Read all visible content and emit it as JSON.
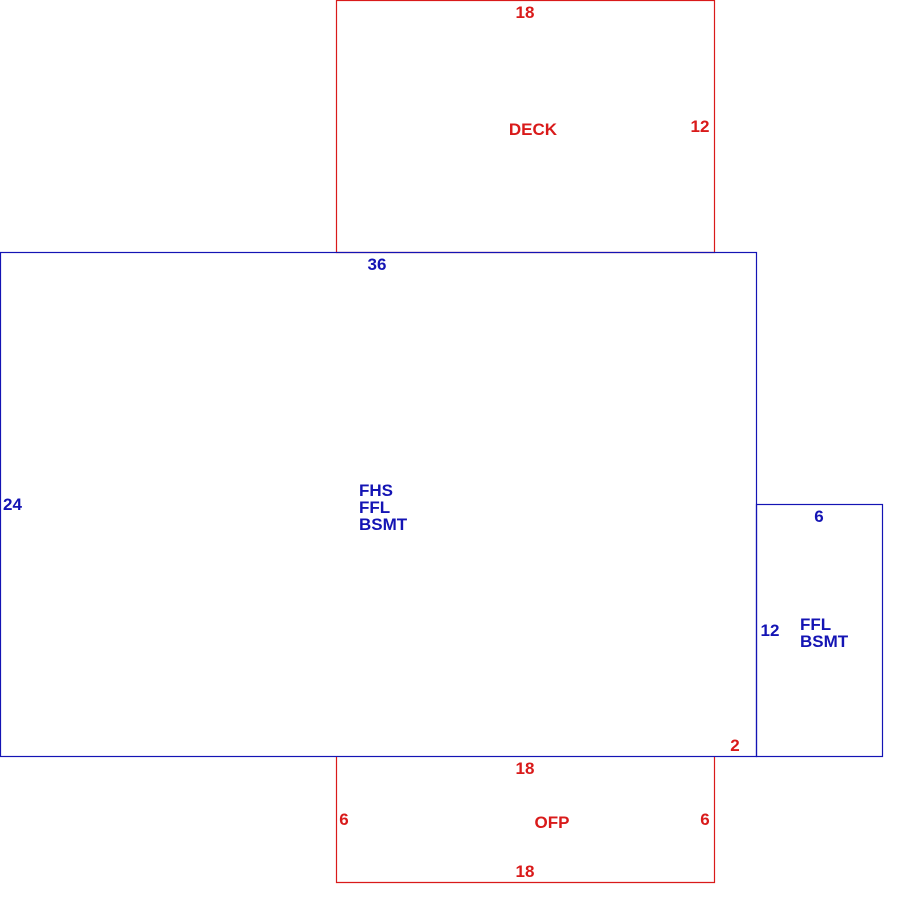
{
  "colors": {
    "exterior": "#d91a1a",
    "living": "#1414b4"
  },
  "deck": {
    "name": "DECK",
    "top_dim": "18",
    "right_dim": "12"
  },
  "main_house": {
    "codes": [
      "FHS",
      "FFL",
      "BSMT"
    ],
    "top_dim": "36",
    "left_dim": "24"
  },
  "addition": {
    "codes": [
      "FFL",
      "BSMT"
    ],
    "top_dim": "6",
    "left_dim": "12"
  },
  "offset_dim": "2",
  "porch": {
    "name": "OFP",
    "top_dim": "18",
    "left_dim": "6",
    "right_dim": "6",
    "bottom_dim": "18"
  }
}
